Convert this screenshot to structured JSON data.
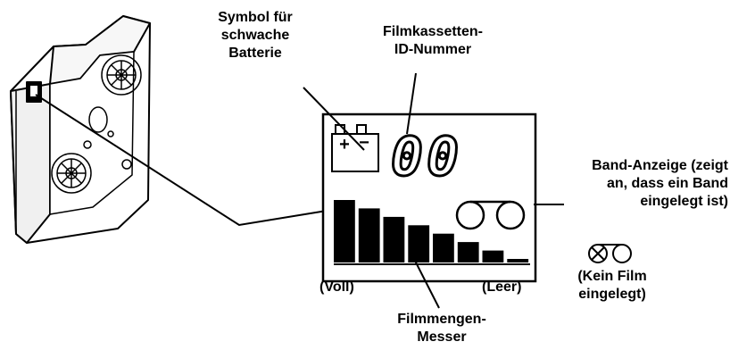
{
  "labels": {
    "battery_symbol": [
      "Symbol für",
      "schwache",
      "Batterie"
    ],
    "cartridge_id": [
      "Filmkassetten-",
      "ID-Nummer"
    ],
    "tape_indicator": [
      "Band-Anzeige (zeigt",
      "an, dass ein Band",
      "eingelegt ist)"
    ],
    "no_film": [
      "(Kein Film",
      "eingelegt)"
    ],
    "full": "(Voll)",
    "empty": "(Leer)",
    "film_meter": [
      "Filmmengen-",
      "Messer"
    ]
  },
  "display": {
    "id_number": "00",
    "battery_plus": "+",
    "battery_minus": "−",
    "film_level_bars": 8
  },
  "icons": [
    "film-cartridge-icon",
    "battery-icon",
    "tape-reels-icon",
    "no-film-reels-icon"
  ],
  "colors": {
    "ink": "#000000",
    "paper": "#ffffff",
    "cartridge_fill": "#f2f2f2"
  }
}
